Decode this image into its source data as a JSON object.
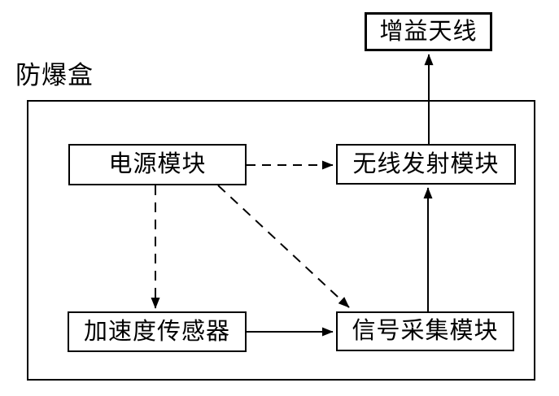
{
  "diagram": {
    "container_label": "防爆盒",
    "nodes": {
      "antenna": "增益天线",
      "power": "电源模块",
      "wireless": "无线发射模块",
      "accel": "加速度传感器",
      "signal": "信号采集模块"
    },
    "connections": [
      {
        "from": "电源模块",
        "to": "无线发射模块",
        "style": "dashed",
        "meaning": "power-supply"
      },
      {
        "from": "电源模块",
        "to": "加速度传感器",
        "style": "dashed",
        "meaning": "power-supply"
      },
      {
        "from": "电源模块",
        "to": "信号采集模块",
        "style": "dashed",
        "meaning": "power-supply"
      },
      {
        "from": "加速度传感器",
        "to": "信号采集模块",
        "style": "solid",
        "meaning": "signal-flow"
      },
      {
        "from": "信号采集模块",
        "to": "无线发射模块",
        "style": "solid",
        "meaning": "signal-flow"
      },
      {
        "from": "无线发射模块",
        "to": "增益天线",
        "style": "solid",
        "meaning": "signal-flow"
      }
    ],
    "colors": {
      "line": "#000000",
      "background": "#ffffff"
    }
  }
}
